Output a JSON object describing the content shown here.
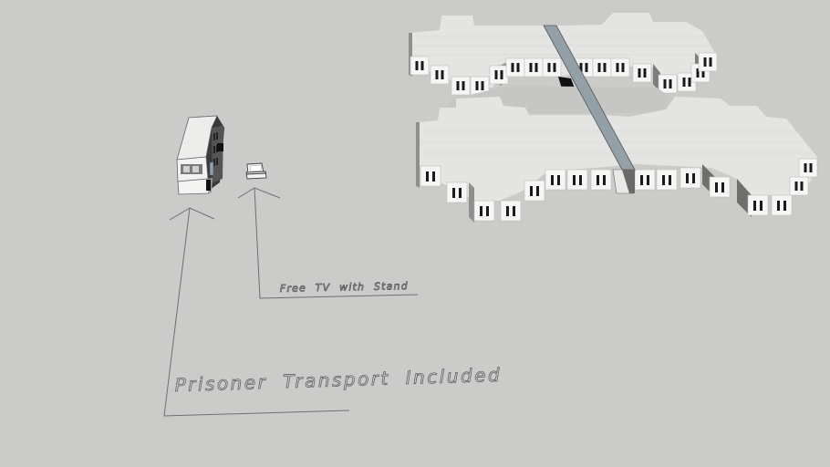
{
  "scene": {
    "background": "#cbcbc9",
    "annotations": [
      {
        "id": "prisoner-transport",
        "text": "Prisoner Transport Included"
      },
      {
        "id": "free-tv",
        "text": "Free TV with Stand"
      }
    ],
    "objects": [
      {
        "name": "prison-bus"
      },
      {
        "name": "tv-with-stand"
      },
      {
        "name": "prison-cell-block-upper"
      },
      {
        "name": "prison-cell-block-lower"
      },
      {
        "name": "walkway-bridge"
      }
    ],
    "colors": {
      "roof": "#e4e4e2",
      "cell_front": "#f6f6f4",
      "cell_side": "#8a8a88",
      "bars": "#1a1a1a",
      "walkway": "#94a0a8",
      "line": "#6a6a6a"
    }
  }
}
